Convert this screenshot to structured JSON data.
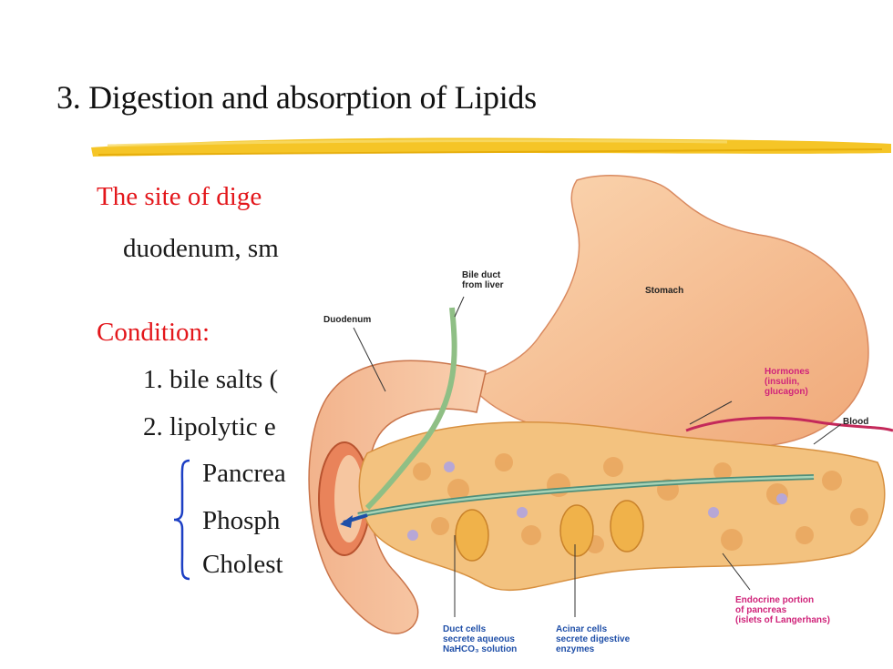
{
  "slide": {
    "title": "3. Digestion and absorption of Lipids",
    "lines": [
      "The site of dige",
      "duodenum, sm",
      "Condition:",
      "1. bile salts (",
      "2. lipolytic e",
      "Pancrea",
      "Phosph",
      "Cholest"
    ]
  },
  "colors": {
    "accent_red": "#e3161b",
    "brace_blue": "#1c3fc4",
    "highlight_yellow": "#f4c21b",
    "label_pink": "#d0247a"
  },
  "figure": {
    "labels": {
      "bile_duct": [
        "Bile duct",
        "from liver"
      ],
      "stomach": "Stomach",
      "duodenum": "Duodenum",
      "hormones": [
        "Hormones",
        "(insulin,",
        "glucagon)"
      ],
      "blood": "Blood",
      "endocrine": [
        "Endocrine portion",
        "of pancreas",
        "(islets of Langerhans)"
      ],
      "duct_cells": [
        "Duct cells",
        "secrete aqueous",
        "NaHCO₃ solution"
      ],
      "acinar_cells": [
        "Acinar cells",
        "secrete digestive",
        "enzymes"
      ]
    }
  },
  "icons": [
    "brace-icon",
    "highlighter-underline-icon"
  ]
}
